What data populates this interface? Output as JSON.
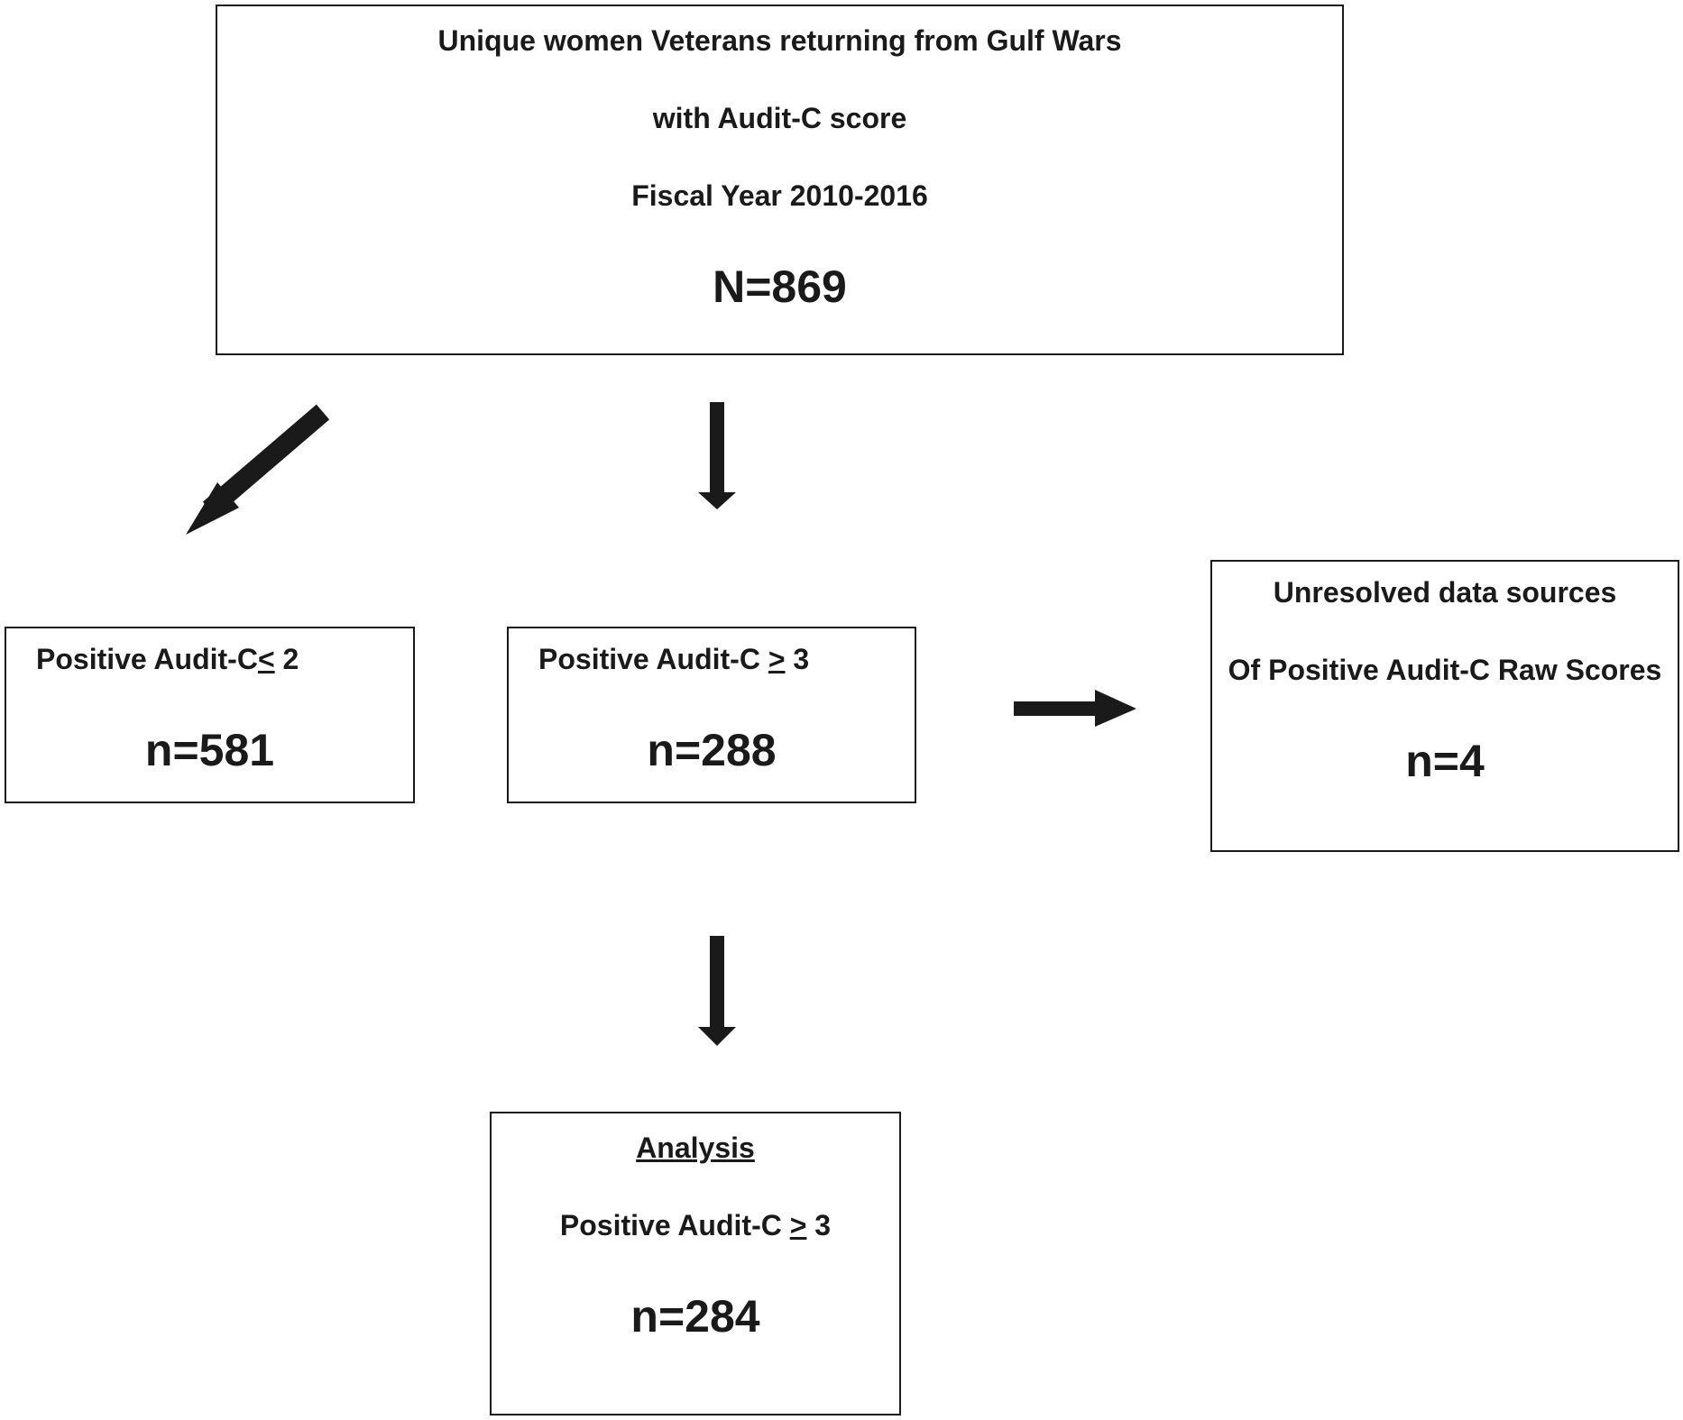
{
  "top_box": {
    "line1": "Unique women Veterans returning from Gulf Wars",
    "line2": "with Audit-C score",
    "line3": "Fiscal Year 2010-2016",
    "count": "N=869"
  },
  "left_box": {
    "label_prefix": "Positive Audit-C",
    "label_symbol": "<",
    "label_value": " 2",
    "count": "n=581"
  },
  "middle_box": {
    "label_prefix": "Positive Audit-C",
    "label_symbol": ">",
    "label_value": " 3",
    "count": "n=288"
  },
  "right_box": {
    "line1": "Unresolved data sources",
    "line2": "Of Positive Audit-C Raw Scores",
    "count": "n=4"
  },
  "analysis_box": {
    "heading": "Analysis",
    "label_prefix": "Positive Audit-C ",
    "label_symbol": ">",
    "label_value": " 3",
    "count": "n=284"
  },
  "colors": {
    "ink": "#1a1a1a",
    "background": "#ffffff"
  }
}
